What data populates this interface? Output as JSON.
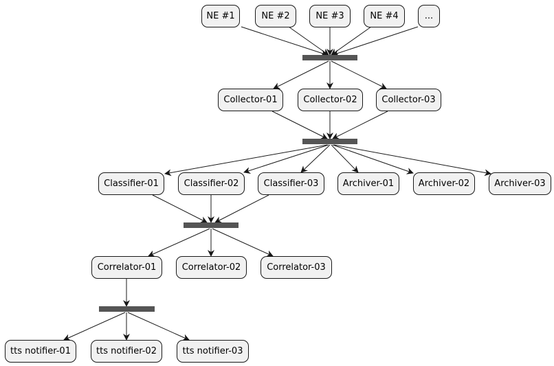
{
  "layers": [
    {
      "nodes": [
        "NE #1",
        "NE #2",
        "NE #3",
        "NE #4",
        "..."
      ]
    },
    {
      "nodes": [
        "Collector-01",
        "Collector-02",
        "Collector-03"
      ]
    },
    {
      "nodes": [
        "Classifier-01",
        "Classifier-02",
        "Classifier-03",
        "Archiver-01",
        "Archiver-02",
        "Archiver-03"
      ]
    },
    {
      "nodes": [
        "Correlator-01",
        "Correlator-02",
        "Correlator-03"
      ]
    },
    {
      "nodes": [
        "tts notifier-01",
        "tts notifier-02",
        "tts notifier-03"
      ]
    }
  ],
  "colors": {
    "node_fill": "#f1f1f1",
    "node_border": "#181818",
    "bar": "#555555",
    "edge": "#181818"
  }
}
